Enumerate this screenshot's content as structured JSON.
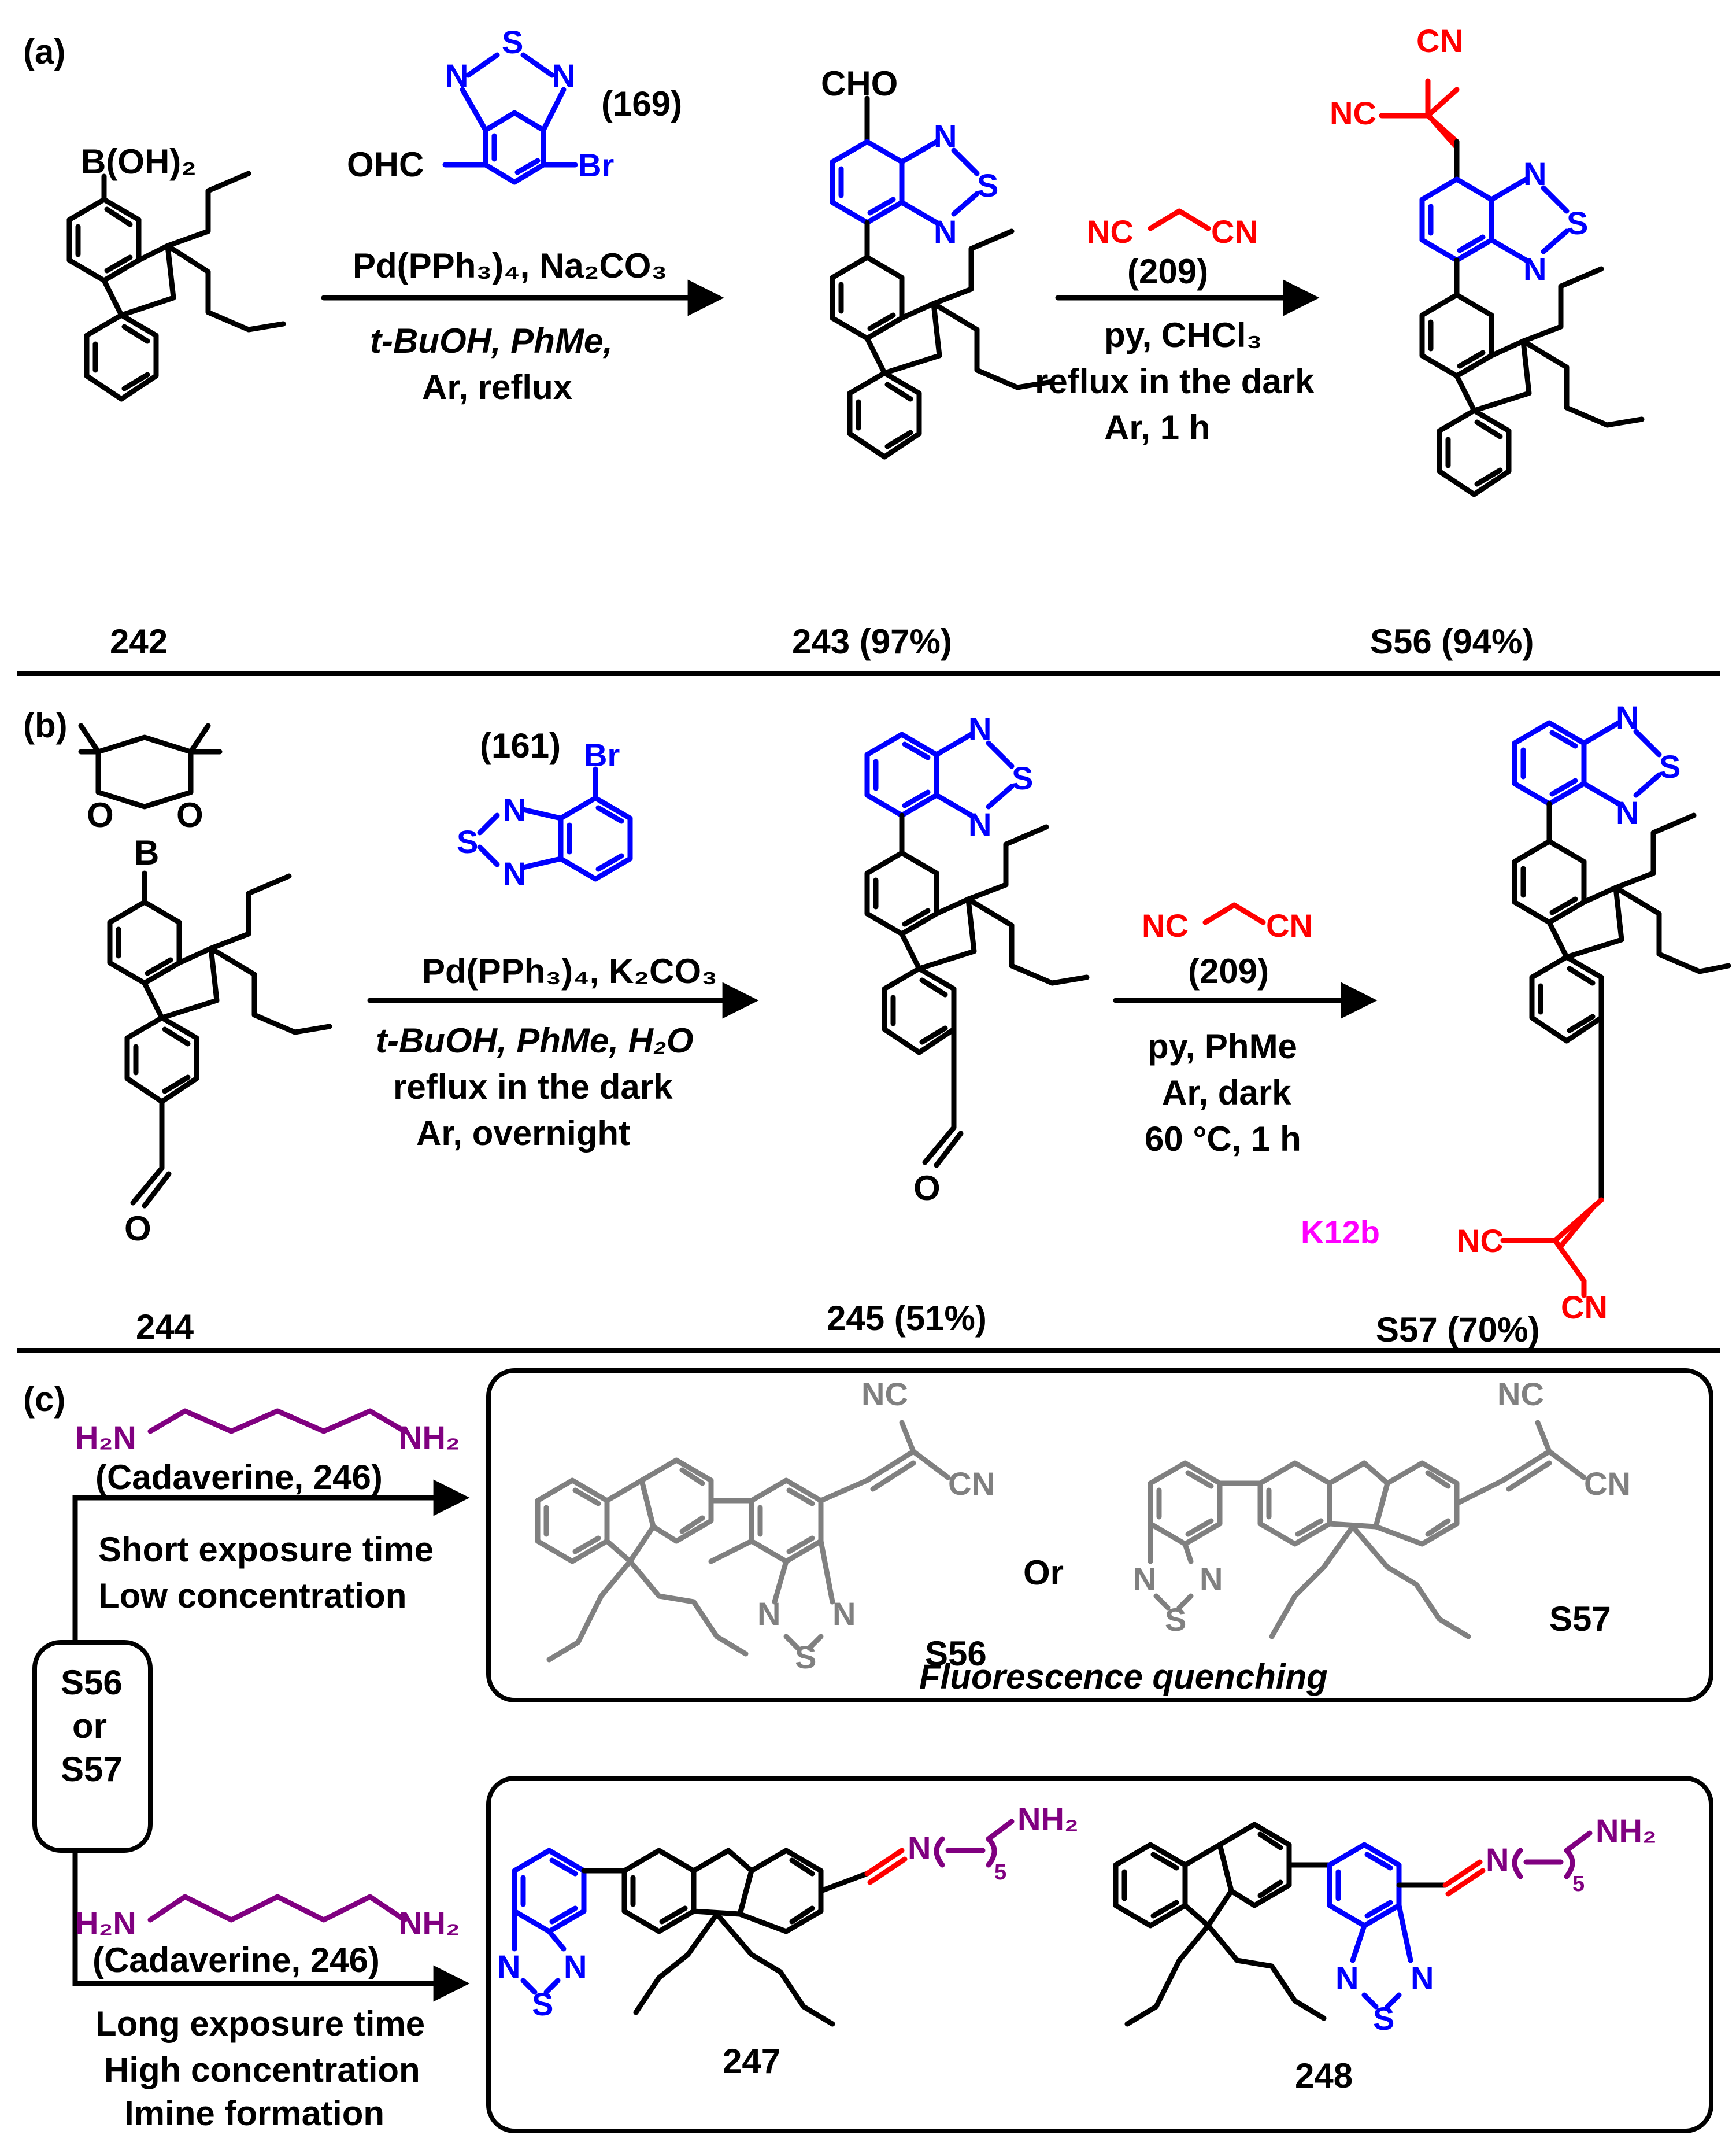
{
  "colors": {
    "black": "#000000",
    "blue": "#0000ff",
    "red": "#ff0000",
    "gray": "#808080",
    "purple": "#800080",
    "magenta": "#ff00ff"
  },
  "panel_a": {
    "tag": "(a)",
    "sm_label": "242",
    "sm_group": "B(OH)₂",
    "reagent1_label": "(169)",
    "reagent1_cho": "OHC",
    "reagent1_br": "Br",
    "cond1_line1": "Pd(PPh₃)₄, Na₂CO₃",
    "cond1_line2": "t-BuOH, PhMe,",
    "cond1_line3": "Ar, reflux",
    "int_cho": "CHO",
    "int_label": "243 (97%)",
    "reagent2_label": "(209)",
    "cond2_line1": "py, CHCl₃",
    "cond2_line2": "reflux in the dark",
    "cond2_line3": "Ar, 1 h",
    "prod_label": "S56 (94%)"
  },
  "panel_b": {
    "tag": "(b)",
    "sm_label": "244",
    "reagent1_label": "(161)",
    "reagent1_br": "Br",
    "cond1_line1": "Pd(PPh₃)₄, K₂CO₃",
    "cond1_line2": "t-BuOH, PhMe, H₂O",
    "cond1_line3": "reflux in the dark",
    "cond1_line4": "Ar, overnight",
    "int_label": "245 (51%)",
    "reagent2_label": "(209)",
    "cond2_line1": "py, PhMe",
    "cond2_line2": "Ar, dark",
    "cond2_line3": "60 °C, 1 h",
    "tag_k12b": "K12b",
    "prod_label": "S57 (70%)"
  },
  "panel_c": {
    "tag": "(c)",
    "box_label_1": "S56",
    "box_label_2": "or",
    "box_label_3": "S57",
    "upper_reagent": "(Cadaverine, 246)",
    "upper_cond1": "Short exposure time",
    "upper_cond2": "Low concentration",
    "upper_s56": "S56",
    "upper_or": "Or",
    "upper_s57": "S57",
    "upper_caption": "Fluorescence quenching",
    "lower_reagent": "(Cadaverine, 246)",
    "lower_cond1": "Long exposure time",
    "lower_cond2": "High concentration",
    "lower_cond3": "Imine formation",
    "prod_247": "247",
    "prod_248": "248"
  },
  "atoms": {
    "N": "N",
    "S": "S",
    "O": "O",
    "B": "B",
    "NC": "NC",
    "CN": "CN",
    "NH2": "NH₂",
    "H2N": "H₂N",
    "sub5": "5"
  }
}
